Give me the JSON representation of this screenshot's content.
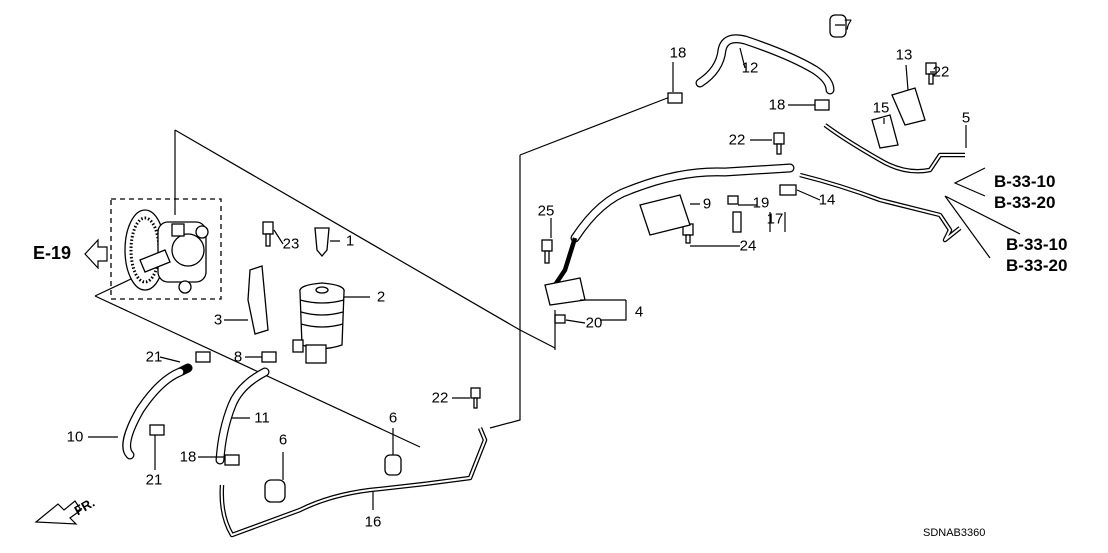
{
  "diagram": {
    "part_labels": [
      "7",
      "18",
      "12",
      "13",
      "22",
      "15",
      "18",
      "5",
      "22",
      "25",
      "9",
      "19",
      "14",
      "17",
      "24",
      "23",
      "1",
      "2",
      "3",
      "4",
      "20",
      "21",
      "8",
      "10",
      "11",
      "21",
      "18",
      "6",
      "6",
      "22",
      "16"
    ],
    "references": {
      "pump_ref": "E-19",
      "upper_ref_1": "B-33-10",
      "upper_ref_2": "B-33-20",
      "lower_ref_1": "B-33-10",
      "lower_ref_2": "B-33-20"
    },
    "front_marker": "FR.",
    "drawing_code": "SDNAB3360"
  }
}
